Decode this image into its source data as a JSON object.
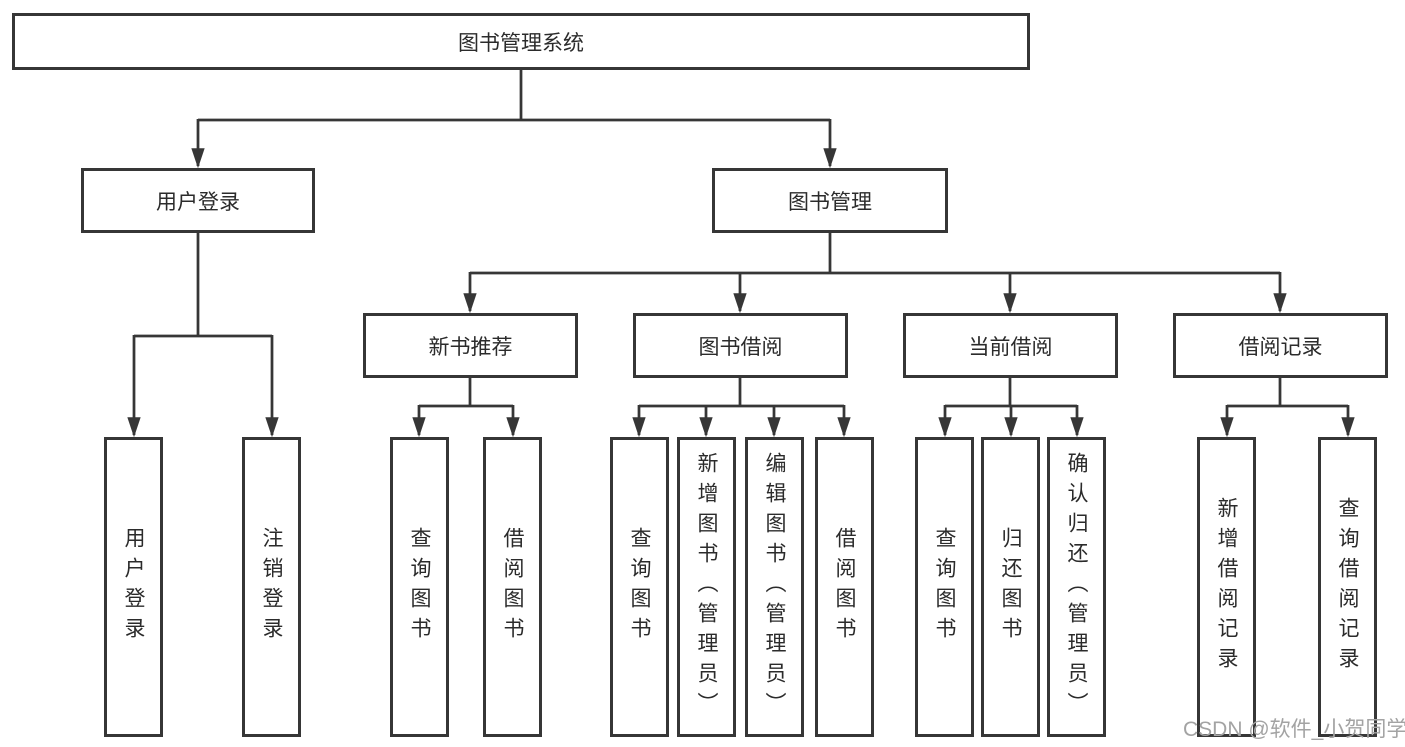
{
  "diagram": {
    "root": {
      "label": "图书管理系统"
    },
    "branches": [
      {
        "label": "用户登录",
        "children": [
          {
            "label": "用户登录"
          },
          {
            "label": "注销登录"
          }
        ]
      },
      {
        "label": "图书管理",
        "children": [
          {
            "label": "新书推荐",
            "children": [
              {
                "label": "查询图书"
              },
              {
                "label": "借阅图书"
              }
            ]
          },
          {
            "label": "图书借阅",
            "children": [
              {
                "label": "查询图书"
              },
              {
                "label": "新增图书（管理员）"
              },
              {
                "label": "编辑图书（管理员）"
              },
              {
                "label": "借阅图书"
              }
            ]
          },
          {
            "label": "当前借阅",
            "children": [
              {
                "label": "查询图书"
              },
              {
                "label": "归还图书"
              },
              {
                "label": "确认归还（管理员）"
              }
            ]
          },
          {
            "label": "借阅记录",
            "children": [
              {
                "label": "新增借阅记录"
              },
              {
                "label": "查询借阅记录"
              }
            ]
          }
        ]
      }
    ],
    "watermark": "CSDN @软件_小贺同学"
  },
  "colors": {
    "line": "#363636",
    "box_border": "#363636",
    "text": "#2b2b2b",
    "watermark": "#a3a3a3",
    "background": "#ffffff"
  }
}
